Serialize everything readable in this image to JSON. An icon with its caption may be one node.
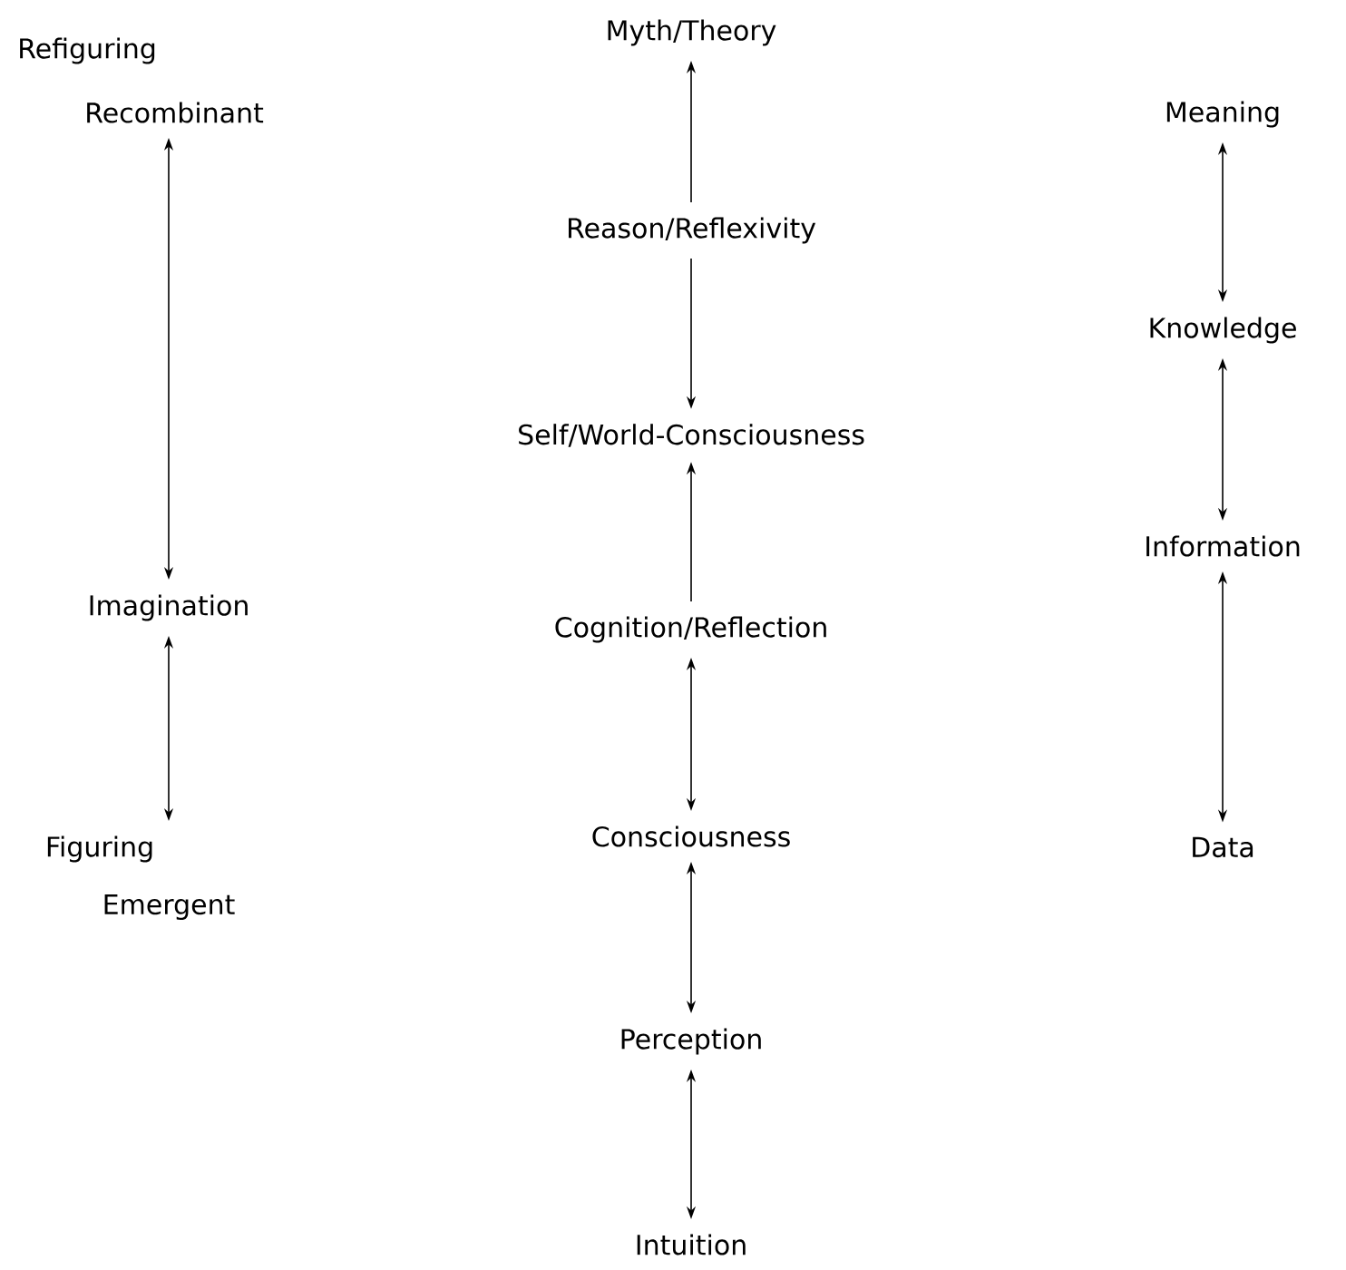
{
  "diagram": {
    "nodes": [
      {
        "text": [
          "Recombinant"
        ],
        "beside": [
          "Refiguring"
        ]
      },
      {
        "text": [
          "Imagination"
        ]
      },
      {
        "text": [
          "Figuring"
        ],
        "beside": [
          "Emergent"
        ]
      },
      {
        "text": [
          "Myth/Theory"
        ]
      },
      {
        "text": [
          "Reason/Reflexivity"
        ]
      },
      {
        "text": [
          "Self/World-Consciousness"
        ]
      },
      {
        "text": [
          "Cognition/Reflection"
        ]
      },
      {
        "text": [
          "Consciousness"
        ]
      },
      {
        "text": [
          "Perception"
        ]
      },
      {
        "text": [
          "Intuition"
        ]
      },
      {
        "text": [
          "Meaning"
        ]
      },
      {
        "text": [
          "Knowledge"
        ]
      },
      {
        "text": [
          "Information"
        ]
      },
      {
        "text": [
          "Data"
        ]
      }
    ],
    "edges": [
      {
        "from": 0,
        "to": 1,
        "arrow": "both"
      },
      {
        "from": 1,
        "to": 2,
        "arrow": "both"
      },
      {
        "from": 4,
        "to": 3,
        "arrow": "to"
      },
      {
        "from": 4,
        "to": 5,
        "arrow": "to"
      },
      {
        "from": 6,
        "to": 5,
        "arrow": "to"
      },
      {
        "from": 6,
        "to": 7,
        "arrow": "both"
      },
      {
        "from": 7,
        "to": 8,
        "arrow": "both"
      },
      {
        "from": 8,
        "to": 9,
        "arrow": "both"
      },
      {
        "from": 10,
        "to": 11,
        "arrow": "both"
      },
      {
        "from": 11,
        "to": 12,
        "arrow": "both"
      },
      {
        "from": 12,
        "to": 13,
        "arrow": "both"
      }
    ]
  }
}
